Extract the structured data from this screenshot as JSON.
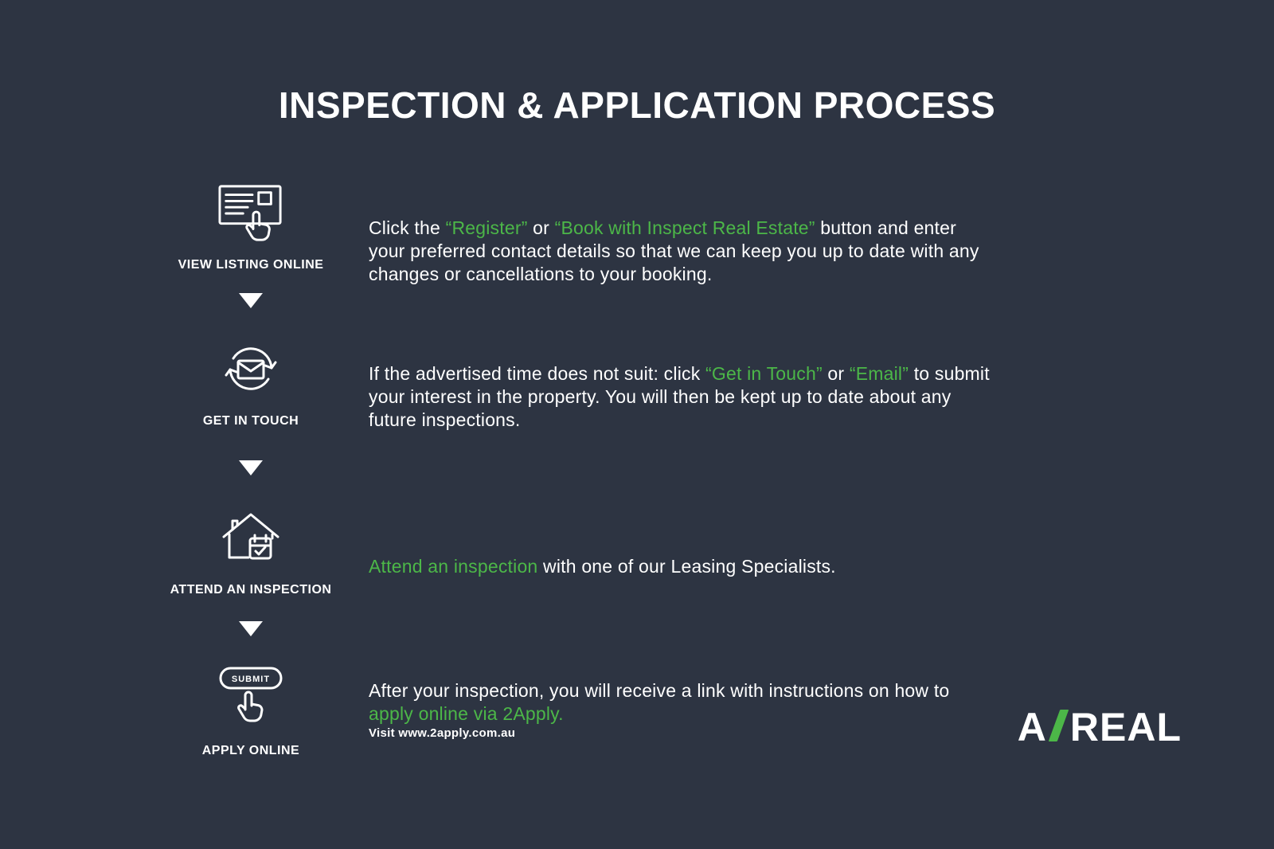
{
  "title": "INSPECTION & APPLICATION PROCESS",
  "colors": {
    "background": "#2D3442",
    "accent": "#4CB748",
    "text": "#FFFFFF"
  },
  "steps": [
    {
      "label": "VIEW LISTING ONLINE",
      "icon": "listing-with-cursor-icon",
      "segments": [
        {
          "text": "Click the ",
          "accent": false
        },
        {
          "text": "“Register”",
          "accent": true
        },
        {
          "text": " or ",
          "accent": false
        },
        {
          "text": "“Book with Inspect Real Estate”",
          "accent": true
        },
        {
          "text": " button and enter your preferred contact details so that we can keep you up to date with any changes or cancellations to your booking.",
          "accent": false
        }
      ]
    },
    {
      "label": "GET IN TOUCH",
      "icon": "email-refresh-icon",
      "segments": [
        {
          "text": "If the advertised time does not suit: click ",
          "accent": false
        },
        {
          "text": "“Get in Touch”",
          "accent": true
        },
        {
          "text": " or ",
          "accent": false
        },
        {
          "text": "“Email”",
          "accent": true
        },
        {
          "text": " to submit your interest in the property. You will then be kept up to date about any future inspections.",
          "accent": false
        }
      ]
    },
    {
      "label": "ATTEND AN INSPECTION",
      "icon": "house-calendar-icon",
      "segments": [
        {
          "text": "Attend an inspection",
          "accent": true
        },
        {
          "text": " with one of our Leasing Specialists.",
          "accent": false
        }
      ]
    },
    {
      "label": "APPLY ONLINE",
      "icon": "submit-button-cursor-icon",
      "button_label": "SUBMIT",
      "segments": [
        {
          "text": "After your inspection, you will receive a link with instructions on how to ",
          "accent": false
        },
        {
          "text": "apply online via 2Apply.",
          "accent": true
        }
      ]
    }
  ],
  "note": "Visit www.2apply.com.au",
  "logo": {
    "letter": "A",
    "slash": "/",
    "word": "REAL"
  }
}
